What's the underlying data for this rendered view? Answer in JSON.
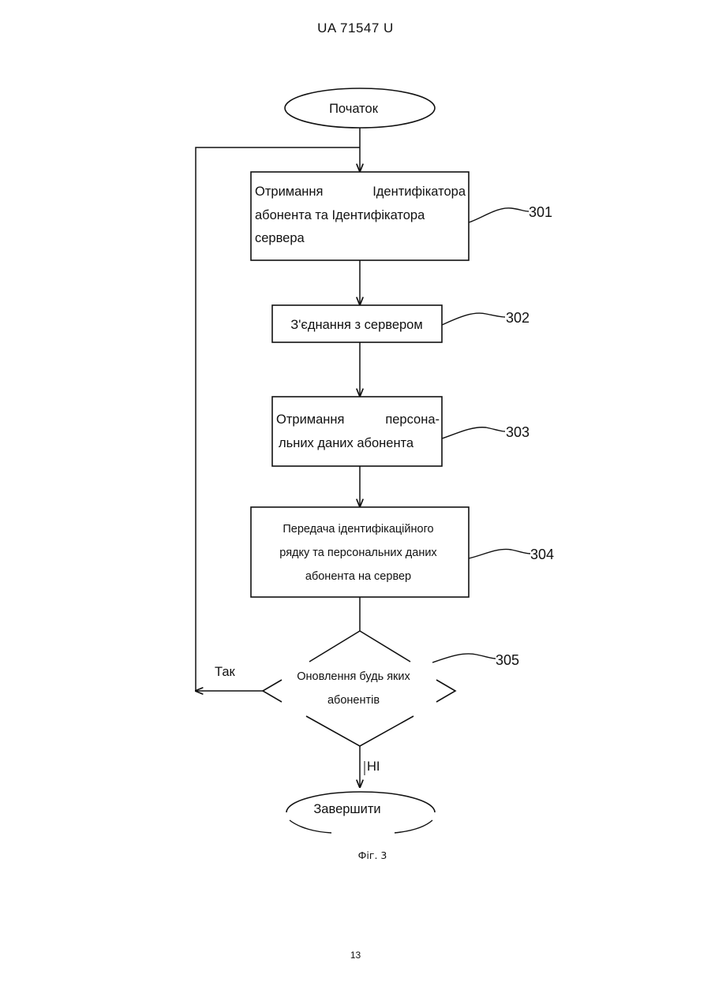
{
  "header": {
    "doc_id": "UA   71547   U"
  },
  "flowchart": {
    "start": "Початок",
    "step301": {
      "line1_a": "Отримання",
      "line1_b": "Ідентифікатора",
      "line2": "абонента та Ідентифікатора",
      "line3": "сервера",
      "ref": "301"
    },
    "step302": {
      "label": "З'єднання з сервером",
      "ref": "302"
    },
    "step303": {
      "line1_a": "Отримання",
      "line1_b": "персона-",
      "line2": "льних даних абонента",
      "ref": "303"
    },
    "step304": {
      "line1": "Передача ідентифікаційного",
      "line2": "рядку та персональних даних",
      "line3": "абонента на сервер",
      "ref": "304"
    },
    "decision305": {
      "line1": "Оновлення будь яких",
      "line2": "абонентів",
      "ref": "305",
      "yes_label": "Так",
      "no_label": "НІ"
    },
    "end": "Завершити"
  },
  "caption": "Фіг. 3",
  "page_number": "13"
}
